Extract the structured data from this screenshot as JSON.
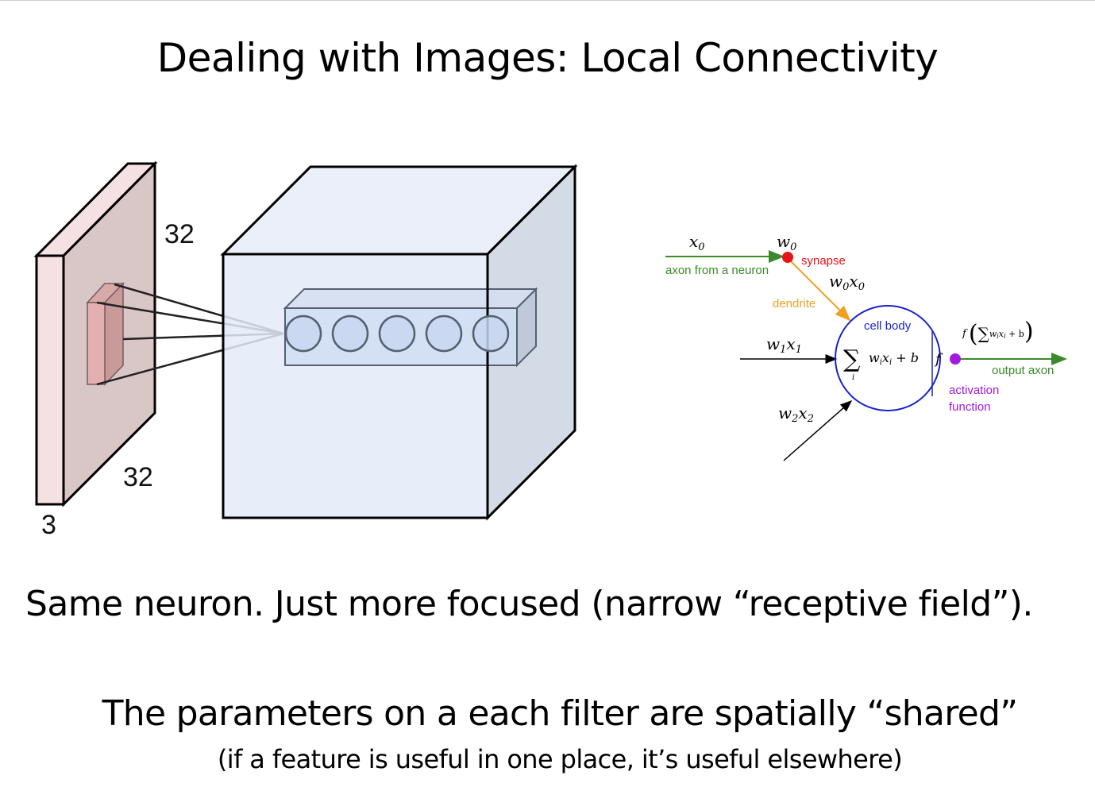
{
  "slide": {
    "title": "Dealing with Images: Local Connectivity",
    "caption_main": "Same neuron. Just more focused (narrow “receptive field”).",
    "caption_shared": "The parameters on a each filter are spatially “shared”",
    "caption_note": "(if a feature is useful in one place, it’s useful elsewhere)"
  },
  "input_volume": {
    "height_label": "32",
    "width_label": "32",
    "depth_label": "3",
    "colors": {
      "front": "#d9c4c4",
      "side": "#f5e1e1",
      "filter": "#d8a9a9"
    }
  },
  "output_volume": {
    "neuron_count": 5,
    "colors": {
      "front": "#e3ebf8",
      "side": "#d3dbe6",
      "top": "#ebeffa",
      "neuron": "#c8d6f0"
    }
  },
  "neuron_model": {
    "x0": "x0",
    "w0": "w0",
    "synapse": "synapse",
    "axon_from_neuron": "axon from a neuron",
    "w0x0": "w0x0",
    "dendrite": "dendrite",
    "cell_body": "cell body",
    "w1x1": "w1x1",
    "w2x2": "w2x2",
    "sum_expr": "∑ wixi + b",
    "sum_index": "i",
    "f": "f",
    "output_expr": "f(∑ wixi + b)",
    "output_axon": "output axon",
    "activation_line1": "activation",
    "activation_line2": "function",
    "colors": {
      "axon": "#3a8a2a",
      "synapse": "#e8121a",
      "dendrite": "#f0a020",
      "cell": "#1a22c8",
      "activation": "#a21ae0"
    }
  }
}
